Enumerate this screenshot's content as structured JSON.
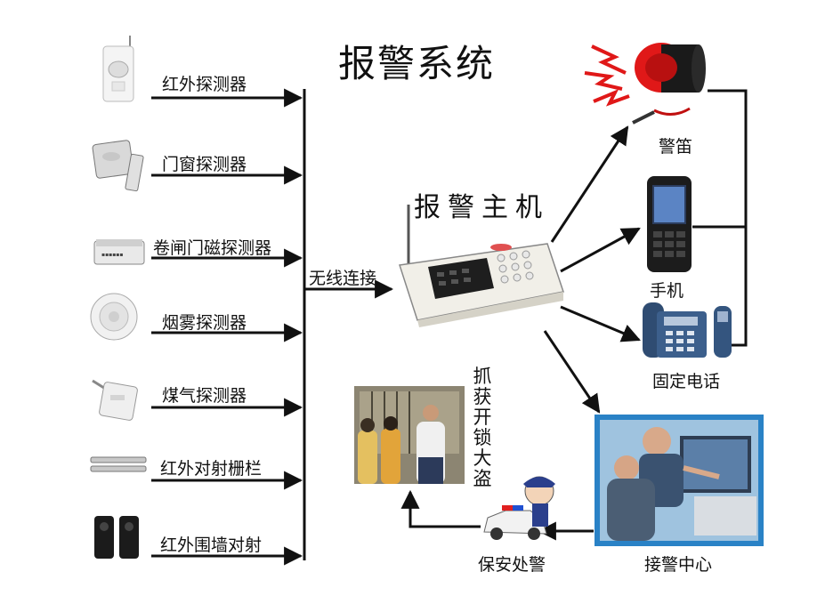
{
  "title": "报警系统",
  "detectors": [
    {
      "label": "红外探测器",
      "icon": "pir-detector-icon"
    },
    {
      "label": "门窗探测器",
      "icon": "door-window-detector-icon"
    },
    {
      "label": "卷闸门磁探测器",
      "icon": "shutter-magnetic-detector-icon"
    },
    {
      "label": "烟雾探测器",
      "icon": "smoke-detector-icon"
    },
    {
      "label": "煤气探测器",
      "icon": "gas-detector-icon"
    },
    {
      "label": "红外对射栅栏",
      "icon": "infrared-beam-fence-icon"
    },
    {
      "label": "红外围墙对射",
      "icon": "infrared-wall-beam-icon"
    }
  ],
  "link_label": "无线连接",
  "host_label": "报警主机",
  "outputs": {
    "siren": "警笛",
    "phone": "手机",
    "landline": "固定电话",
    "center": "接警中心",
    "security": "保安处警",
    "capture": "抓获开锁大盗"
  },
  "colors": {
    "line": "#111111",
    "siren_red": "#e01818",
    "host_body": "#f1efe8"
  }
}
